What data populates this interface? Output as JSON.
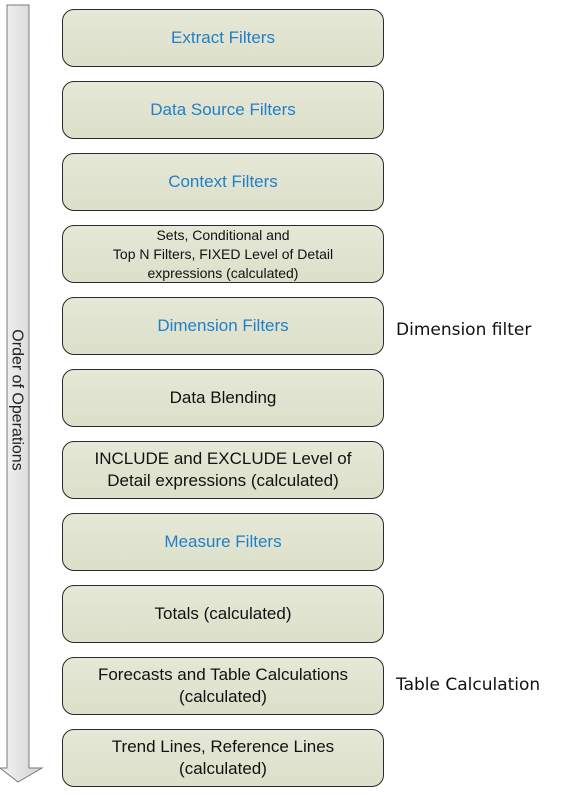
{
  "axis_label": "Order of Operations",
  "steps": [
    {
      "label": "Extract Filters",
      "color": "#1f7fc8"
    },
    {
      "label": "Data Source Filters",
      "color": "#1f7fc8"
    },
    {
      "label": "Context Filters",
      "color": "#1f7fc8"
    },
    {
      "label": "Sets, Conditional and\nTop N Filters, FIXED Level of Detail\nexpressions (calculated)",
      "color": "#111111"
    },
    {
      "label": "Dimension Filters",
      "color": "#1f7fc8"
    },
    {
      "label": "Data Blending",
      "color": "#111111"
    },
    {
      "label": "INCLUDE and EXCLUDE Level of\nDetail expressions (calculated)",
      "color": "#111111"
    },
    {
      "label": "Measure Filters",
      "color": "#1f7fc8"
    },
    {
      "label": "Totals (calculated)",
      "color": "#111111"
    },
    {
      "label": "Forecasts and Table Calculations\n(calculated)",
      "color": "#111111"
    },
    {
      "label": "Trend Lines, Reference Lines\n(calculated)",
      "color": "#111111"
    }
  ],
  "annotations": {
    "dimension": "Dimension filter",
    "table_calc": "Table Calculation"
  }
}
